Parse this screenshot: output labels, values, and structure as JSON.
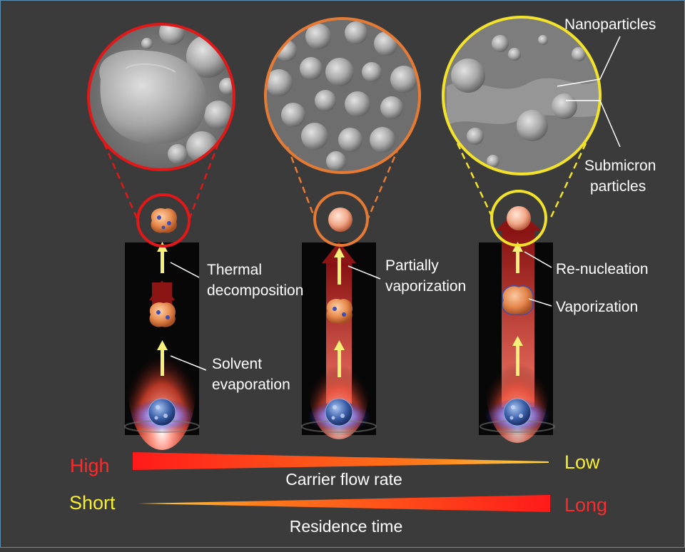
{
  "colors": {
    "background": "#3b3b3b",
    "stage1": "#e01818",
    "stage2": "#e57a35",
    "stage3": "#f2e32a",
    "arrow": "#f5f07a",
    "text": "#ffffff",
    "high_red": "#ff2a2a",
    "low_yellow": "#f6ee2f"
  },
  "stages": [
    {
      "labels": [
        "Thermal",
        "decomposition"
      ],
      "lower_labels": [
        "Solvent",
        "evaporation"
      ]
    },
    {
      "labels": [
        "Partially",
        "vaporization"
      ]
    },
    {
      "labels": [
        "Re-nucleation"
      ],
      "lower_labels": [
        "Vaporization"
      ]
    }
  ],
  "sem_labels": {
    "nanoparticles": "Nanoparticles",
    "submicron": [
      "Submicron",
      "particles"
    ]
  },
  "scales": {
    "flow": {
      "left": "High",
      "right": "Low",
      "caption": "Carrier flow rate"
    },
    "time": {
      "left": "Short",
      "right": "Long",
      "caption": "Residence time"
    }
  },
  "icons": [
    "sem-image",
    "flame",
    "droplet",
    "particle",
    "arrow-up"
  ]
}
